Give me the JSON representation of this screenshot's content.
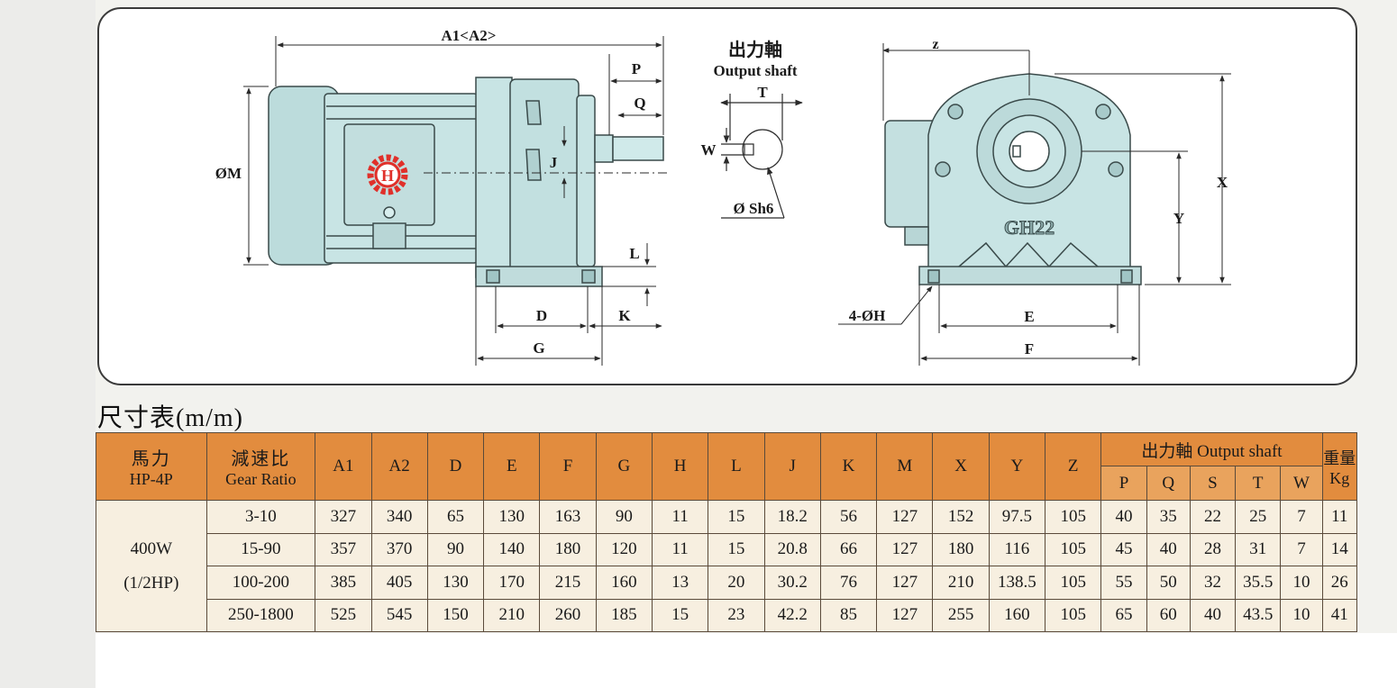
{
  "drawing": {
    "labels": {
      "a1_a2": "A1<A2>",
      "p": "P",
      "q": "Q",
      "j": "J",
      "m": "ØM",
      "l": "L",
      "d": "D",
      "k": "K",
      "g": "G",
      "output_zh": "出力軸",
      "output_en": "Output shaft",
      "t": "T",
      "w": "W",
      "sh6": "Ø Sh6",
      "z": "z",
      "x": "X",
      "y": "Y",
      "holes": "4-ØH",
      "e": "E",
      "f": "F",
      "model": "GH22",
      "logo": "H"
    },
    "colors": {
      "body": "#c8e4e4",
      "logo": "#e0302a",
      "line": "#2a2a2a"
    }
  },
  "table": {
    "title": "尺寸表(m/m)",
    "header": {
      "power_zh": "馬力",
      "power_en": "HP-4P",
      "ratio_zh": "減速比",
      "ratio_en": "Gear Ratio",
      "dims": [
        "A1",
        "A2",
        "D",
        "E",
        "F",
        "G",
        "H",
        "L",
        "J",
        "K",
        "M",
        "X",
        "Y",
        "Z"
      ],
      "output_group": "出力軸 Output shaft",
      "output_cols": [
        "P",
        "Q",
        "S",
        "T",
        "W"
      ],
      "weight_zh": "重量",
      "weight_en": "Kg"
    },
    "power": {
      "line1": "400W",
      "line2": "(1/2HP)"
    },
    "rows": [
      {
        "ratio": "3-10",
        "cells": [
          "327",
          "340",
          "65",
          "130",
          "163",
          "90",
          "11",
          "15",
          "18.2",
          "56",
          "127",
          "152",
          "97.5",
          "105",
          "40",
          "35",
          "22",
          "25",
          "7",
          "11"
        ]
      },
      {
        "ratio": "15-90",
        "cells": [
          "357",
          "370",
          "90",
          "140",
          "180",
          "120",
          "11",
          "15",
          "20.8",
          "66",
          "127",
          "180",
          "116",
          "105",
          "45",
          "40",
          "28",
          "31",
          "7",
          "14"
        ]
      },
      {
        "ratio": "100-200",
        "cells": [
          "385",
          "405",
          "130",
          "170",
          "215",
          "160",
          "13",
          "20",
          "30.2",
          "76",
          "127",
          "210",
          "138.5",
          "105",
          "55",
          "50",
          "32",
          "35.5",
          "10",
          "26"
        ]
      },
      {
        "ratio": "250-1800",
        "cells": [
          "525",
          "545",
          "150",
          "210",
          "260",
          "185",
          "15",
          "23",
          "42.2",
          "85",
          "127",
          "255",
          "160",
          "105",
          "65",
          "60",
          "40",
          "43.5",
          "10",
          "41"
        ]
      }
    ],
    "colors": {
      "header": "#e28c3e",
      "body": "#f7efe0"
    }
  }
}
